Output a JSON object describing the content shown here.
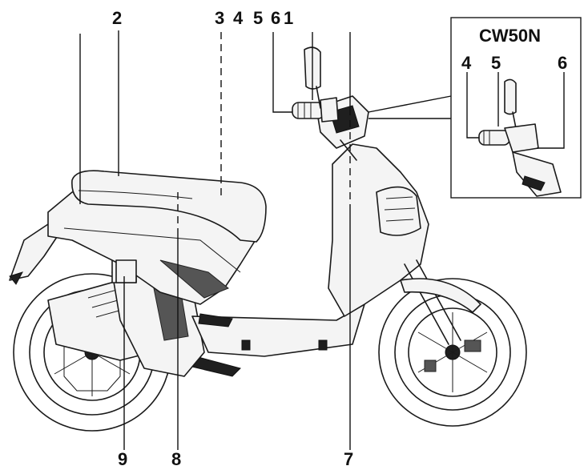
{
  "callouts": {
    "c2": "2",
    "c3": "3",
    "c4": "4",
    "c5": "5",
    "c6": "6",
    "c1": "1",
    "c7": "7",
    "c8": "8",
    "c9": "9"
  },
  "inset": {
    "title": "CW50N",
    "c4": "4",
    "c5": "5",
    "c6": "6"
  }
}
